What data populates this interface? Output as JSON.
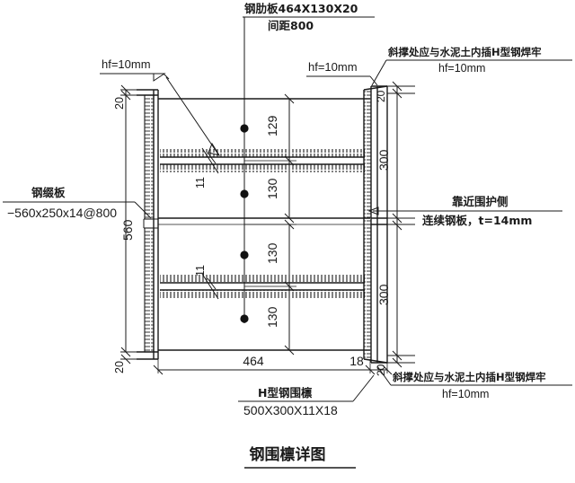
{
  "drawing": {
    "title": "钢围檩详图",
    "title_pinyin_hint": "steel-waler-detail"
  },
  "annotations": {
    "rib_plate": {
      "line1": "钢肋板464X130X20",
      "line2": "间距800"
    },
    "weld_left": "hf=10mm",
    "weld_center": "hf=10mm",
    "brace_top": {
      "line1": "斜撑处应与水泥土内插H型钢焊牢",
      "line2": "hf=10mm"
    },
    "brace_bottom": {
      "line1": "斜撑处应与水泥土内插H型钢焊牢",
      "line2": "hf=10mm"
    },
    "batten_plate": {
      "line1": "钢缀板",
      "line2": "−560x250x14@800"
    },
    "retaining_side": {
      "line1": "靠近围护侧",
      "line2": "连续钢板，t=14mm"
    },
    "h_waler": {
      "line1": "H型钢围檩",
      "line2": "500X300X11X18"
    }
  },
  "dimensions": {
    "left_top_20": "20",
    "left_bottom_20": "20",
    "left_560": "560",
    "right_top_20": "20",
    "right_bottom_20": "20",
    "right_300_upper": "300",
    "right_300_lower": "300",
    "center_129": "129",
    "center_130_a": "130",
    "center_130_b": "130",
    "center_130_c": "130",
    "web_thk_upper": "11",
    "web_thk_lower": "11",
    "bottom_464": "464",
    "bottom_18": "18"
  },
  "colors": {
    "ink": "#1a1a1a",
    "paper": "#ffffff"
  }
}
